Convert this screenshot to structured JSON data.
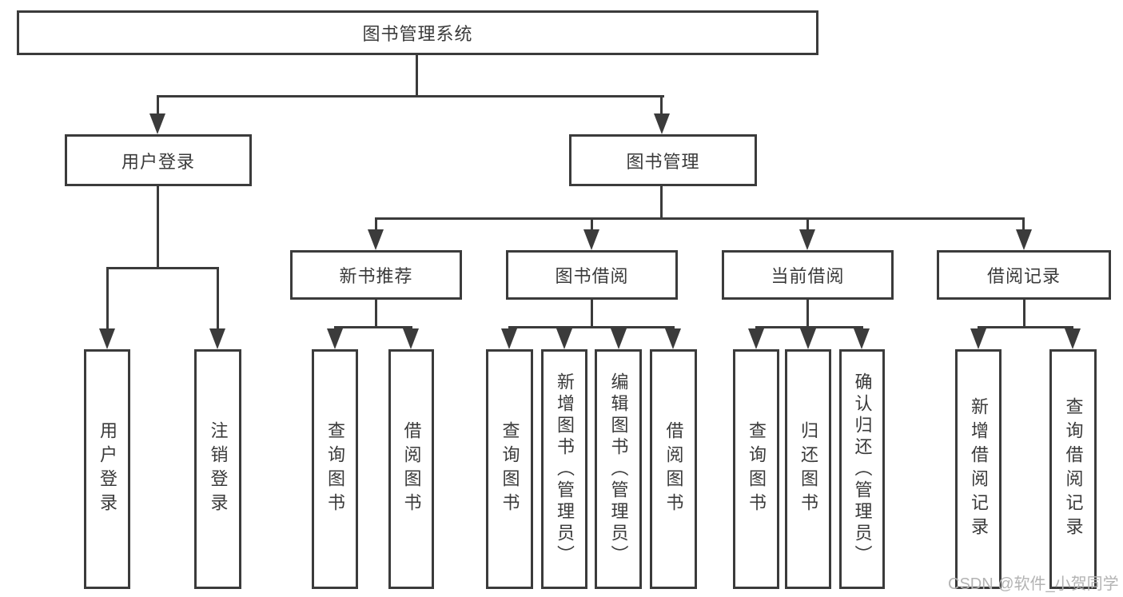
{
  "tree": {
    "root": "图书管理系统",
    "branches": [
      {
        "label": "用户登录",
        "children": [
          "用户登录",
          "注销登录"
        ]
      },
      {
        "label": "图书管理",
        "children": [
          {
            "label": "新书推荐",
            "children": [
              "查询图书",
              "借阅图书"
            ]
          },
          {
            "label": "图书借阅",
            "children": [
              "查询图书",
              "新增图书（管理员）",
              "编辑图书（管理员）",
              "借阅图书"
            ]
          },
          {
            "label": "当前借阅",
            "children": [
              "查询图书",
              "归还图书",
              "确认归还（管理员）"
            ]
          },
          {
            "label": "借阅记录",
            "children": [
              "新增借阅记录",
              "查询借阅记录"
            ]
          }
        ]
      }
    ]
  },
  "watermark": {
    "text": "CSDN @软件_小贺同学"
  },
  "colors": {
    "line": "#3b3b3b",
    "text": "#3a3a3a",
    "watermark": "#b3b3b3",
    "background": "#ffffff"
  }
}
